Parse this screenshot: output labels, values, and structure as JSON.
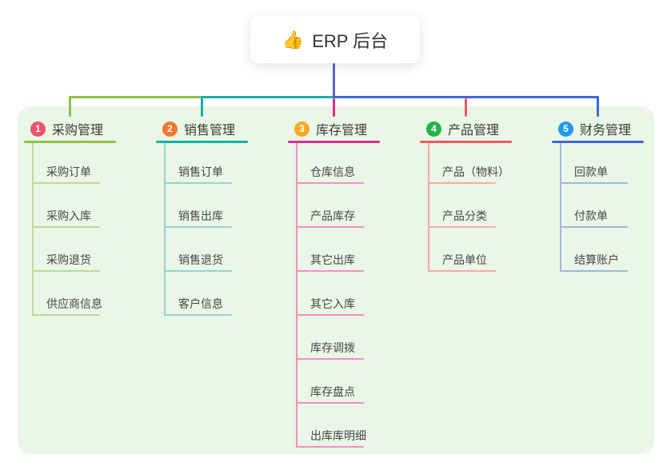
{
  "root": {
    "icon": "👍",
    "label": "ERP 后台",
    "connector_color": "#5A67C8"
  },
  "panel": {
    "background": "#EAF6E6"
  },
  "branches": [
    {
      "index": "1",
      "label": "采购管理",
      "badge_color": "#F0506C",
      "line_color": "#8FC04B",
      "child_line_color": "#BBDB93",
      "children": [
        "采购订单",
        "采购入库",
        "采购退货",
        "供应商信息"
      ]
    },
    {
      "index": "2",
      "label": "销售管理",
      "badge_color": "#F4772D",
      "line_color": "#14B1AB",
      "child_line_color": "#8FD6D1",
      "children": [
        "销售订单",
        "销售出库",
        "销售退货",
        "客户信息"
      ]
    },
    {
      "index": "3",
      "label": "库存管理",
      "badge_color": "#F9A825",
      "line_color": "#DE2D92",
      "child_line_color": "#F18FC4",
      "children": [
        "仓库信息",
        "产品库存",
        "其它出库",
        "其它入库",
        "库存调拨",
        "库存盘点",
        "出库库明细"
      ]
    },
    {
      "index": "4",
      "label": "产品管理",
      "badge_color": "#26B24B",
      "line_color": "#EF5A5E",
      "child_line_color": "#F7A9A7",
      "children": [
        "产品（物料）",
        "产品分类",
        "产品单位"
      ]
    },
    {
      "index": "5",
      "label": "财务管理",
      "badge_color": "#209BE8",
      "line_color": "#3E68D8",
      "child_line_color": "#A0B5E6",
      "children": [
        "回款单",
        "付款单",
        "结算账户"
      ]
    }
  ]
}
